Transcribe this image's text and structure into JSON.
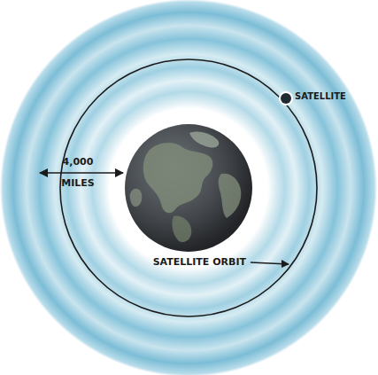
{
  "diagram": {
    "labels": [
      "SATELLITE",
      "4,000 MILES",
      "SATELLITE ORBIT"
    ]
  }
}
